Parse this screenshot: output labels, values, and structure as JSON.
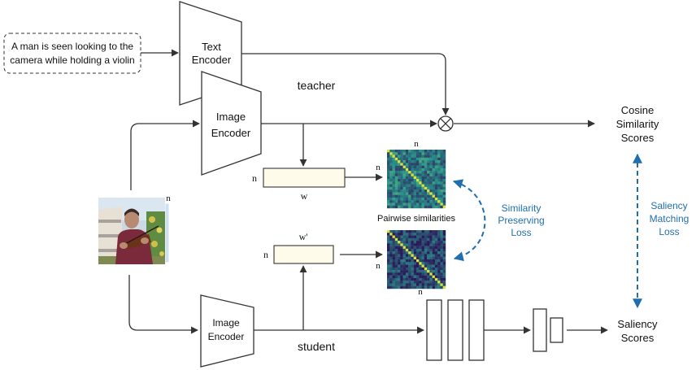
{
  "caption": {
    "line1": "A man is seen looking to the",
    "line2": "camera while holding a violin"
  },
  "text_encoder": {
    "line1": "Text",
    "line2": "Encoder"
  },
  "image_encoder_teacher": {
    "line1": "Image",
    "line2": "Encoder"
  },
  "image_encoder_student": {
    "line1": "Image",
    "line2": "Encoder"
  },
  "labels": {
    "teacher": "teacher",
    "student": "student",
    "n_image": "n",
    "n_w": "n",
    "w": "w",
    "n_wprime": "n",
    "wprime": "w'",
    "n_sim_top": "n",
    "n_sim_left": "n",
    "n_sim2_left": "n",
    "n_sim2_bottom": "n",
    "pairwise": "Pairwise similarities"
  },
  "cosine": {
    "line1": "Cosine",
    "line2": "Similarity",
    "line3": "Scores"
  },
  "saliency": {
    "line1": "Saliency",
    "line2": "Scores"
  },
  "sim_loss": {
    "line1": "Similarity",
    "line2": "Preserving",
    "line3": "Loss"
  },
  "sal_loss": {
    "line1": "Saliency",
    "line2": "Matching",
    "line3": "Loss"
  },
  "colors": {
    "loss_text": "#1f6fb0",
    "loss_arrow": "#1f6fb0",
    "feature_fill": "#fffbea",
    "heatmap_low": "#2b1a5a",
    "heatmap_high": "#d8e23a"
  }
}
